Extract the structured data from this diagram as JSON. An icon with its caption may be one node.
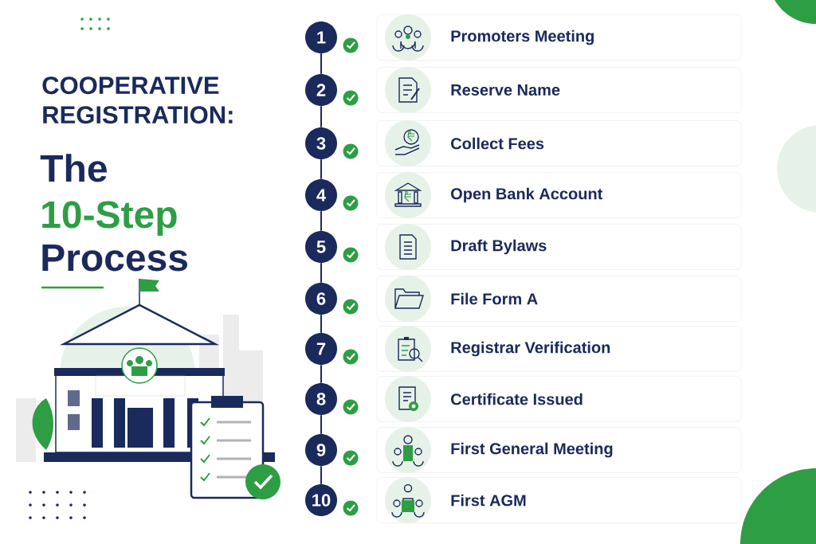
{
  "diagram": {
    "title": "COOPERATIVE REGISTRATION:",
    "nodes": [
      {
        "text": [
          "1"
        ]
      },
      {
        "text": [
          "2"
        ]
      },
      {
        "text": [
          "3"
        ]
      },
      {
        "text": [
          "4"
        ]
      },
      {
        "text": [
          "5"
        ]
      },
      {
        "text": [
          "6"
        ]
      },
      {
        "text": [
          "7"
        ]
      },
      {
        "text": [
          "8"
        ]
      },
      {
        "text": [
          "9"
        ]
      },
      {
        "text": [
          "10"
        ]
      },
      {
        "text": [
          "Promoters Meeting"
        ]
      },
      {
        "text": [
          "Reserve Name"
        ]
      },
      {
        "text": [
          "Collect Fees"
        ]
      },
      {
        "text": [
          "Open Bank Account"
        ]
      },
      {
        "text": [
          "Draft Bylaws"
        ]
      },
      {
        "text": [
          "File Form A"
        ]
      },
      {
        "text": [
          "Registrar Verification"
        ]
      },
      {
        "text": [
          "Certificate Issued"
        ]
      },
      {
        "text": [
          "First General Meeting"
        ]
      },
      {
        "text": [
          "First AGM"
        ]
      }
    ],
    "edges": [
      {
        "from": 0,
        "to": 1,
        "arrow": "none"
      },
      {
        "from": 1,
        "to": 2,
        "arrow": "none"
      },
      {
        "from": 2,
        "to": 3,
        "arrow": "none"
      },
      {
        "from": 3,
        "to": 4,
        "arrow": "none"
      },
      {
        "from": 4,
        "to": 5,
        "arrow": "none"
      },
      {
        "from": 5,
        "to": 6,
        "arrow": "none"
      },
      {
        "from": 6,
        "to": 7,
        "arrow": "none"
      },
      {
        "from": 7,
        "to": 8,
        "arrow": "none"
      },
      {
        "from": 8,
        "to": 9,
        "arrow": "none"
      }
    ],
    "labels": [
      "The",
      "10-Step",
      "Process"
    ]
  }
}
